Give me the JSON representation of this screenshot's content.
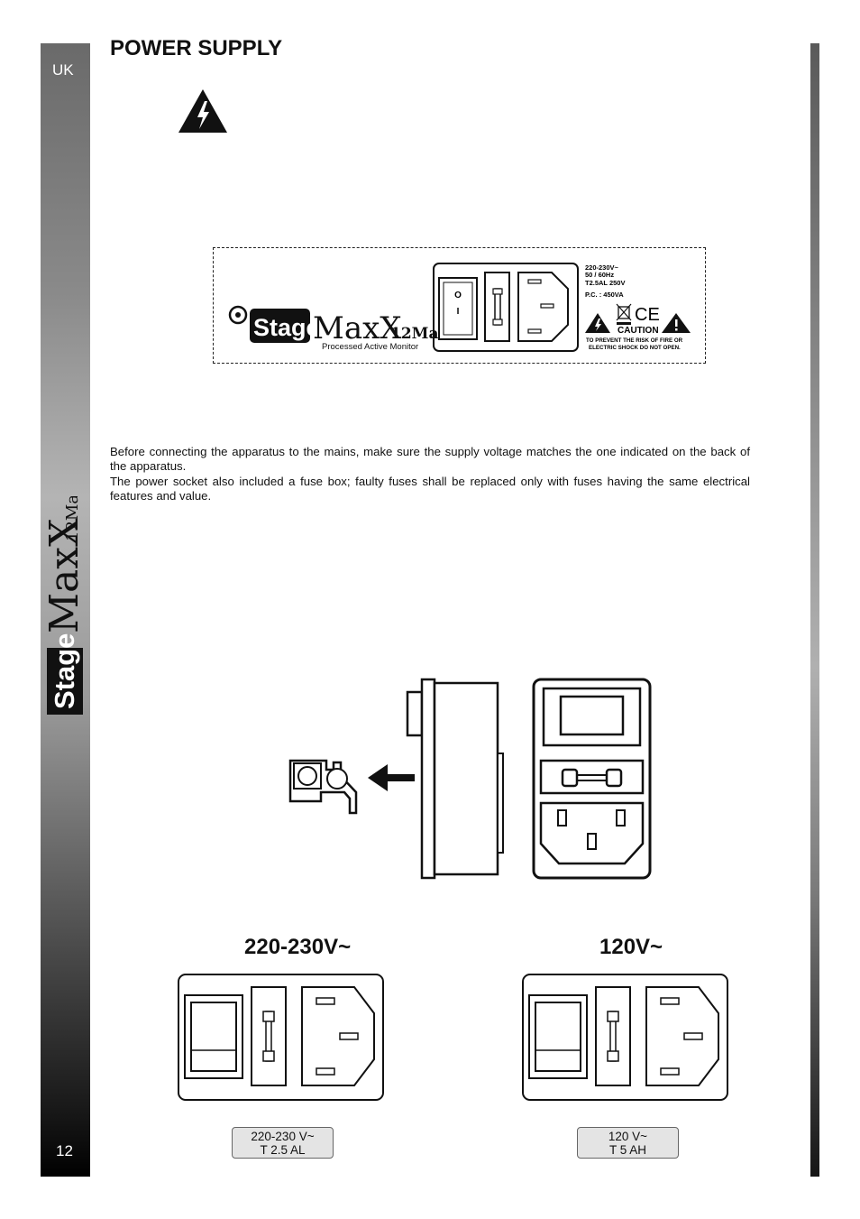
{
  "sidebar": {
    "language": "UK",
    "page_number": "12",
    "brand": "Stage",
    "model": "MaxX",
    "model_suffix": "12Ma"
  },
  "title": "POWER SUPPLY",
  "rear_label": {
    "brand": "Stage",
    "model": "MaxX",
    "model_suffix": "12Ma",
    "subtitle": "Processed Active Monitor",
    "specs": [
      "220-230V~",
      "50 / 60Hz",
      "T2.5AL 250V",
      "P.C. : 450VA"
    ],
    "caution_word": "CAUTION",
    "caution_text": [
      "TO PREVENT THE RISK OF FIRE OR",
      "ELECTRIC SHOCK DO NOT OPEN."
    ],
    "switch_on": "I",
    "switch_off": "O"
  },
  "description": {
    "line1": "Before connecting the apparatus to the mains, make sure the supply voltage matches the one indicated on the back of the apparatus.",
    "line2": "The power socket also included a fuse box; faulty fuses shall be replaced only with fuses having the same electrical features and value."
  },
  "voltage_options": [
    {
      "heading": "220-230V~",
      "fuse_voltage": "220-230 V~",
      "fuse_rating": "T 2.5 AL"
    },
    {
      "heading": "120V~",
      "fuse_voltage": "120 V~",
      "fuse_rating": "T 5 AH"
    }
  ]
}
